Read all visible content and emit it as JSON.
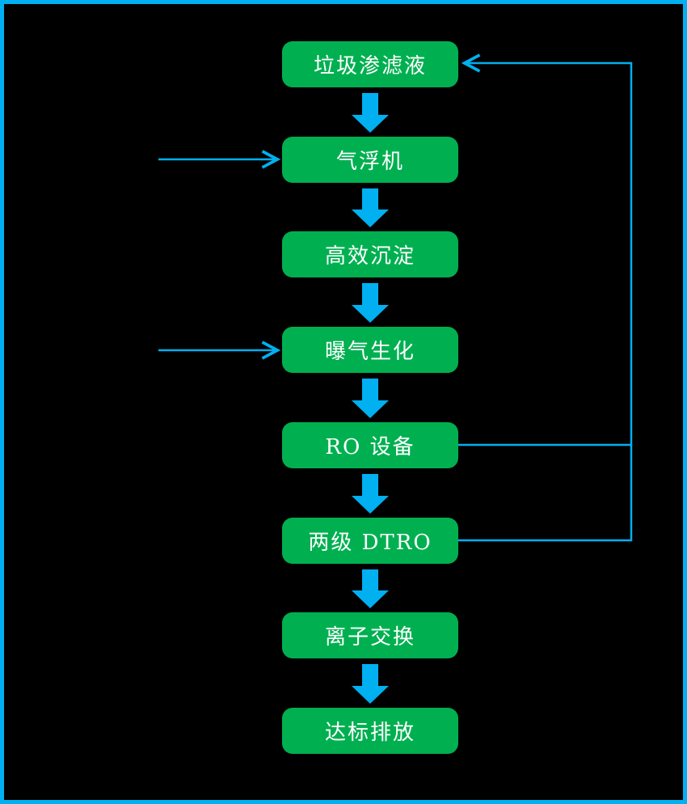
{
  "diagram": {
    "type": "flowchart",
    "background_color": "#000000",
    "frame_border_color": "#00B0F0",
    "node_fill_color": "#00B050",
    "node_text_color": "#FFFFFF",
    "connector_color": "#00B0F0",
    "nodes": [
      {
        "id": "leachate",
        "label": "垃圾渗滤液"
      },
      {
        "id": "air-flotation",
        "label": "气浮机"
      },
      {
        "id": "sedimentation",
        "label": "高效沉淀"
      },
      {
        "id": "aeration-bio",
        "label": "曝气生化"
      },
      {
        "id": "ro-equipment",
        "label": "RO 设备"
      },
      {
        "id": "two-stage-dtro",
        "label": "两级 DTRO"
      },
      {
        "id": "ion-exchange",
        "label": "离子交换"
      },
      {
        "id": "discharge",
        "label": "达标排放"
      }
    ],
    "edges": [
      {
        "from": "leachate",
        "to": "air-flotation",
        "style": "block-arrow-down"
      },
      {
        "from": "air-flotation",
        "to": "sedimentation",
        "style": "block-arrow-down"
      },
      {
        "from": "sedimentation",
        "to": "aeration-bio",
        "style": "block-arrow-down"
      },
      {
        "from": "aeration-bio",
        "to": "ro-equipment",
        "style": "block-arrow-down"
      },
      {
        "from": "ro-equipment",
        "to": "two-stage-dtro",
        "style": "block-arrow-down"
      },
      {
        "from": "two-stage-dtro",
        "to": "ion-exchange",
        "style": "block-arrow-down"
      },
      {
        "from": "ion-exchange",
        "to": "discharge",
        "style": "block-arrow-down"
      },
      {
        "from": "external-left",
        "to": "air-flotation",
        "style": "thin-arrow-in"
      },
      {
        "from": "external-left",
        "to": "aeration-bio",
        "style": "thin-arrow-in"
      },
      {
        "from": "ro-equipment",
        "to": "leachate",
        "style": "thin-return-line"
      },
      {
        "from": "two-stage-dtro",
        "to": "leachate",
        "style": "thin-return-line"
      }
    ]
  }
}
